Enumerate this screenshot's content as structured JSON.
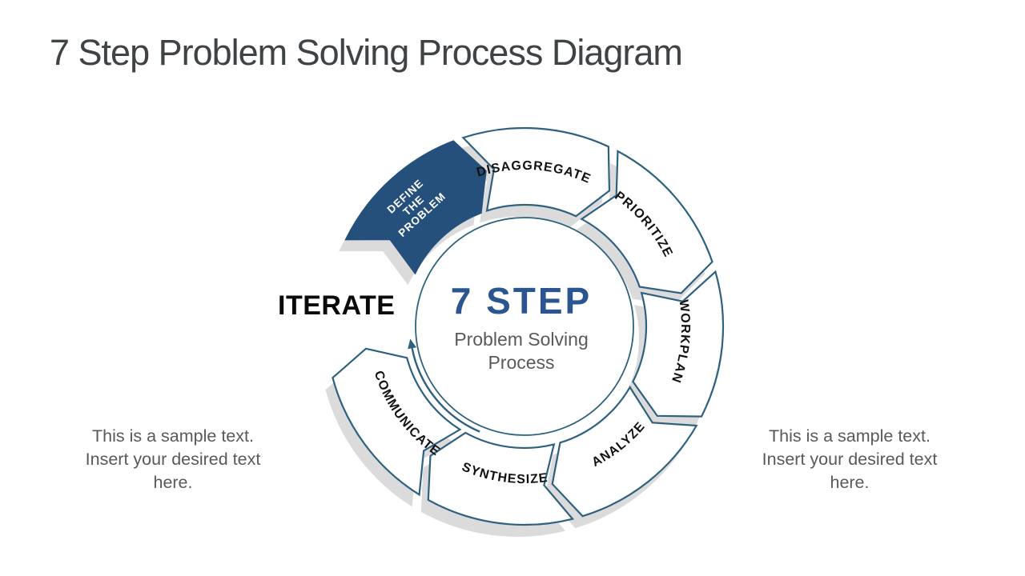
{
  "slide": {
    "title": "7 Step Problem Solving Process Diagram",
    "iterate_label": "ITERATE",
    "center": {
      "heading": "7 STEP",
      "subtitle": "Problem Solving Process"
    },
    "side_text_left": "This is a sample text.\nInsert your desired text\nhere.",
    "side_text_right": "This is a sample text.\nInsert your desired text\nhere."
  },
  "diagram": {
    "type": "circular-process-ring",
    "direction": "clockwise",
    "steps": [
      {
        "label": "DEFINE THE PROBLEM",
        "lines": [
          "DEFINE",
          "THE",
          "PROBLEM"
        ],
        "highlighted": true,
        "start": -64,
        "end": -21
      },
      {
        "label": "DISAGGREGATE",
        "highlighted": false,
        "start": -18,
        "end": 25
      },
      {
        "label": "PRIORITIZE",
        "highlighted": false,
        "start": 28,
        "end": 71
      },
      {
        "label": "WORKPLAN",
        "highlighted": false,
        "start": 74,
        "end": 117
      },
      {
        "label": "ANALYZE",
        "highlighted": false,
        "start": 120,
        "end": 163
      },
      {
        "label": "SYNTHESIZE",
        "highlighted": false,
        "start": 166,
        "end": 209
      },
      {
        "label": "COMMUNICATE",
        "highlighted": false,
        "start": 212,
        "end": 255
      }
    ],
    "colors": {
      "highlight_fill": "#26507C",
      "segment_fill": "#FFFFFF",
      "border": "#2E617F",
      "shadow": "#DBDBDB",
      "label": "#111111",
      "highlight_label": "#FFFFFF",
      "arrow": "#2E617F"
    }
  }
}
